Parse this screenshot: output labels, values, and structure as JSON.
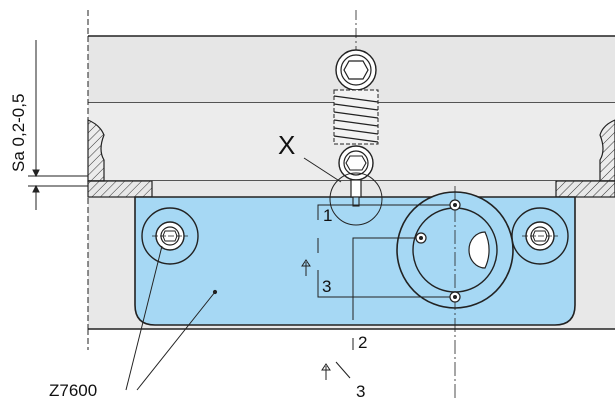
{
  "drawing": {
    "dimension_label": "Sa 0,2-0,5",
    "detail_label": "X",
    "part_label": "Z7600",
    "callouts": {
      "c1": "1",
      "c3a": "3",
      "c2": "2",
      "c3b": "3"
    },
    "colors": {
      "plate_top": "#e6e6e6",
      "plate_mid": "#ececec",
      "part_fill": "#a6d8f4",
      "line": "#222222"
    }
  }
}
